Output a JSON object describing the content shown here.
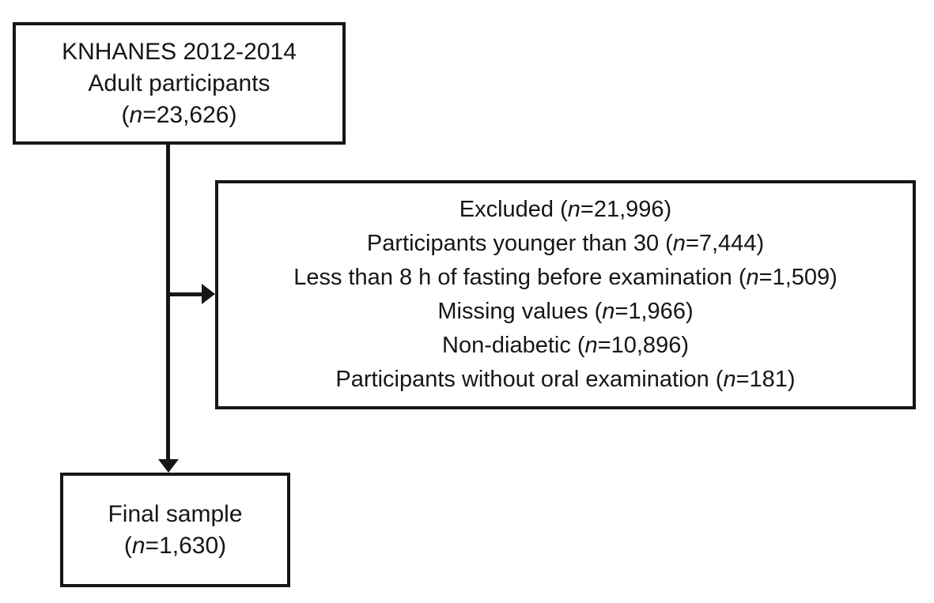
{
  "diagram": {
    "top_box": {
      "lines": [
        "KNHANES 2012-2014",
        "Adult participants",
        "(n=23,626)"
      ]
    },
    "excluded_box": {
      "lines": [
        "Excluded (n=21,996)",
        "Participants younger than 30 (n=7,444)",
        "Less than 8 h of fasting before examination (n=1,509)",
        "Missing values (n=1,966)",
        "Non-diabetic (n=10,896)",
        "Participants without oral examination (n=181)"
      ]
    },
    "final_box": {
      "lines": [
        "Final sample",
        "(n=1,630)"
      ]
    },
    "colors": {
      "stroke": "#161616",
      "background": "#ffffff"
    }
  }
}
